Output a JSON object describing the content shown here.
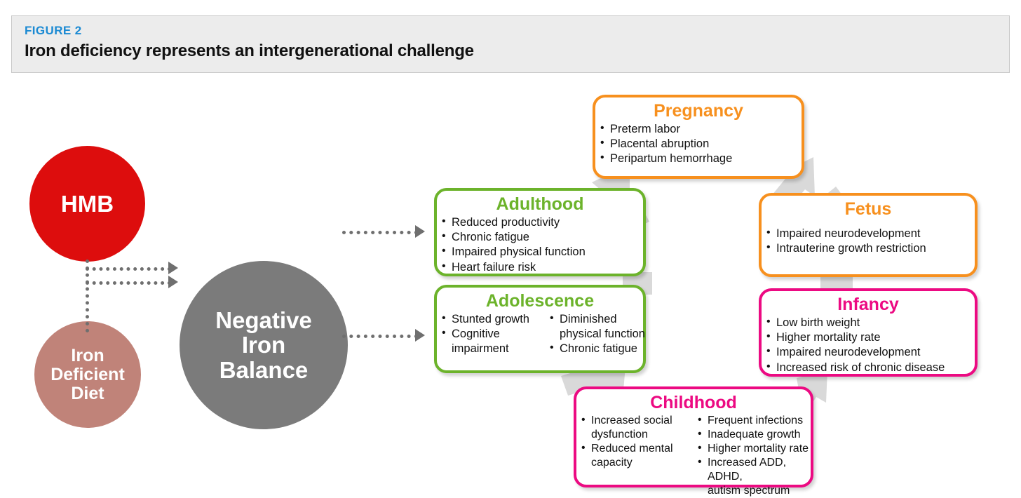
{
  "header": {
    "label": "FIGURE 2",
    "title": "Iron deficiency represents an intergenerational challenge",
    "label_color": "#1b8ad3",
    "background": "#ececec"
  },
  "colors": {
    "hmb": "#dd0d0d",
    "diet": "#c08379",
    "balance": "#7b7b7b",
    "orange": "#f7901e",
    "green": "#6cb32b",
    "pink": "#ec0a82",
    "arrow_gray": "#6f6f6f",
    "ring_gray": "#d9d9d9"
  },
  "causes": {
    "hmb": "HMB",
    "diet": "Iron\nDeficient\nDiet",
    "diet_line1": "Iron",
    "diet_line2": "Deficient",
    "diet_line3": "Diet"
  },
  "center": {
    "line1": "Negative",
    "line2": "Iron",
    "line3": "Balance"
  },
  "stages": [
    {
      "id": "pregnancy",
      "title": "Pregnancy",
      "color": "#f7901e",
      "items": [
        "Preterm labor",
        "Placental abruption",
        "Peripartum hemorrhage"
      ]
    },
    {
      "id": "fetus",
      "title": "Fetus",
      "color": "#f7901e",
      "items": [
        "Impaired neurodevelopment",
        "Intrauterine growth restriction"
      ]
    },
    {
      "id": "infancy",
      "title": "Infancy",
      "color": "#ec0a82",
      "items": [
        "Low birth weight",
        "Higher mortality rate",
        "Impaired neurodevelopment",
        "Increased risk of chronic disease"
      ]
    },
    {
      "id": "childhood",
      "title": "Childhood",
      "color": "#ec0a82",
      "col1": [
        "Increased social",
        "dysfunction",
        "Reduced mental",
        "capacity"
      ],
      "col2": [
        "Frequent infections",
        "Inadequate growth",
        "Higher mortality rate",
        "Increased ADD, ADHD,",
        "autism spectrum"
      ]
    },
    {
      "id": "adolescence",
      "title": "Adolescence",
      "color": "#6cb32b",
      "col1": [
        "Stunted growth",
        "Cognitive",
        "impairment"
      ],
      "col2": [
        "Diminished",
        "physical function",
        "Chronic fatigue"
      ]
    },
    {
      "id": "adulthood",
      "title": "Adulthood",
      "color": "#6cb32b",
      "items": [
        "Reduced productivity",
        "Chronic fatigue",
        "Impaired physical function",
        "Heart failure risk"
      ]
    }
  ],
  "childhood": {
    "col1": [
      {
        "text": "Increased social",
        "bullet": true
      },
      {
        "text": "dysfunction",
        "bullet": false
      },
      {
        "text": "Reduced mental",
        "bullet": true
      },
      {
        "text": "capacity",
        "bullet": false
      }
    ],
    "col2": [
      {
        "text": "Frequent infections",
        "bullet": true
      },
      {
        "text": "Inadequate growth",
        "bullet": true
      },
      {
        "text": "Higher mortality rate",
        "bullet": true
      },
      {
        "text": "Increased ADD, ADHD,",
        "bullet": true
      },
      {
        "text": "autism spectrum",
        "bullet": false
      }
    ]
  },
  "adolescence": {
    "col1": [
      {
        "text": "Stunted growth",
        "bullet": true
      },
      {
        "text": "Cognitive",
        "bullet": true
      },
      {
        "text": "impairment",
        "bullet": false
      }
    ],
    "col2": [
      {
        "text": "Diminished",
        "bullet": true
      },
      {
        "text": "physical function",
        "bullet": false
      },
      {
        "text": "Chronic fatigue",
        "bullet": true
      }
    ]
  }
}
